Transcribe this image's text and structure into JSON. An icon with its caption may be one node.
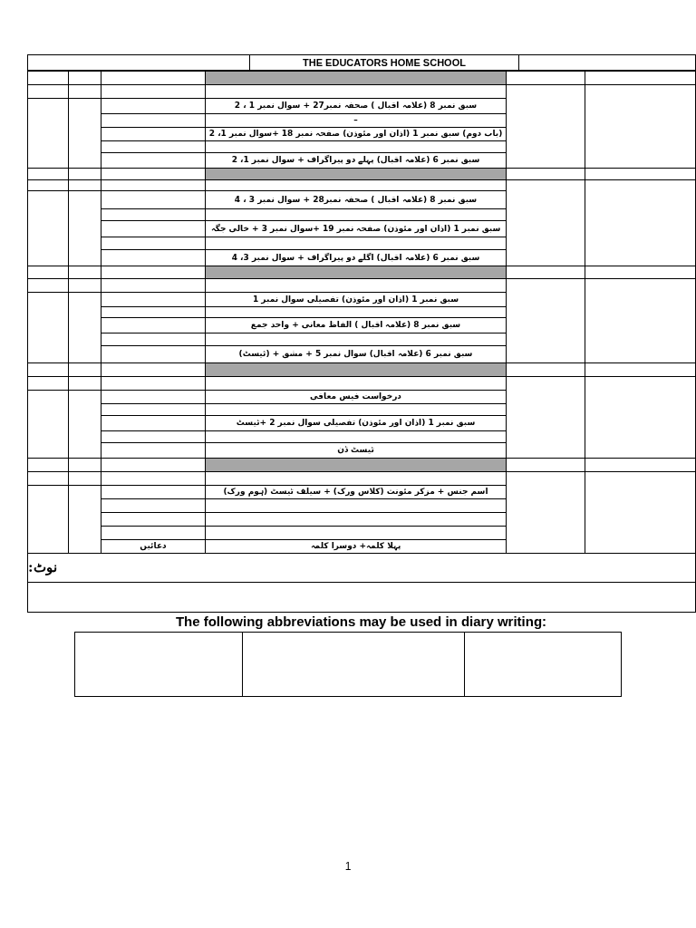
{
  "diagram": {
    "title": "THE EDUCATORS HOME SCHOOL",
    "labels": [
      "سبق نمبر 8 (علامہ اقبال ) صحفہ نمبر27 + سوال نمبر 1 ، 2",
      "–",
      "(باب دوم) سبق نمبر 1 (اذان اور مئوذن) صفحہ نمبر 18 +سوال نمبر 1، 2",
      "سبق نمبر 6 (علامہ اقبال) پہلے دو پیراگراف + سوال نمبر 1، 2",
      "سبق نمبر 8 (علامہ اقبال ) صحفہ نمبر28 + سوال نمبر 3 ، 4",
      "سبق نمبر 1 (اذان اور مئوذن) صفحہ نمبر 19 +سوال نمبر 3 + خالی جگہ",
      "سبق نمبر 6 (علامہ اقبال) اگلے دو پیراگراف + سوال نمبر 3، 4",
      "سبق نمبر 1 (اذان اور مئوذن) تفصیلی سوال نمبر 1",
      "سبق نمبر 8 (علامہ اقبال ) الفاظ معانی + واحد جمع",
      "سبق نمبر 6 (علامہ اقبال) سوال نمبر 5 + مشق + (ٹیسٹ)",
      "درخواست فیس معافی",
      "سبق نمبر 1 (اذان اور مئوذن) تفصیلی سوال نمبر 2 +ٹیسٹ",
      "ٹیسٹ ڈن",
      "اسم جنس + مزکر مئونث (کلاس ورک) + سیلف ٹیسٹ (ہوم ورک)",
      "دعائیں",
      "پہلا کلمہ+ دوسرا کلمہ",
      "نوٹ:",
      "The following abbreviations may be used in diary writing:",
      "1"
    ]
  }
}
